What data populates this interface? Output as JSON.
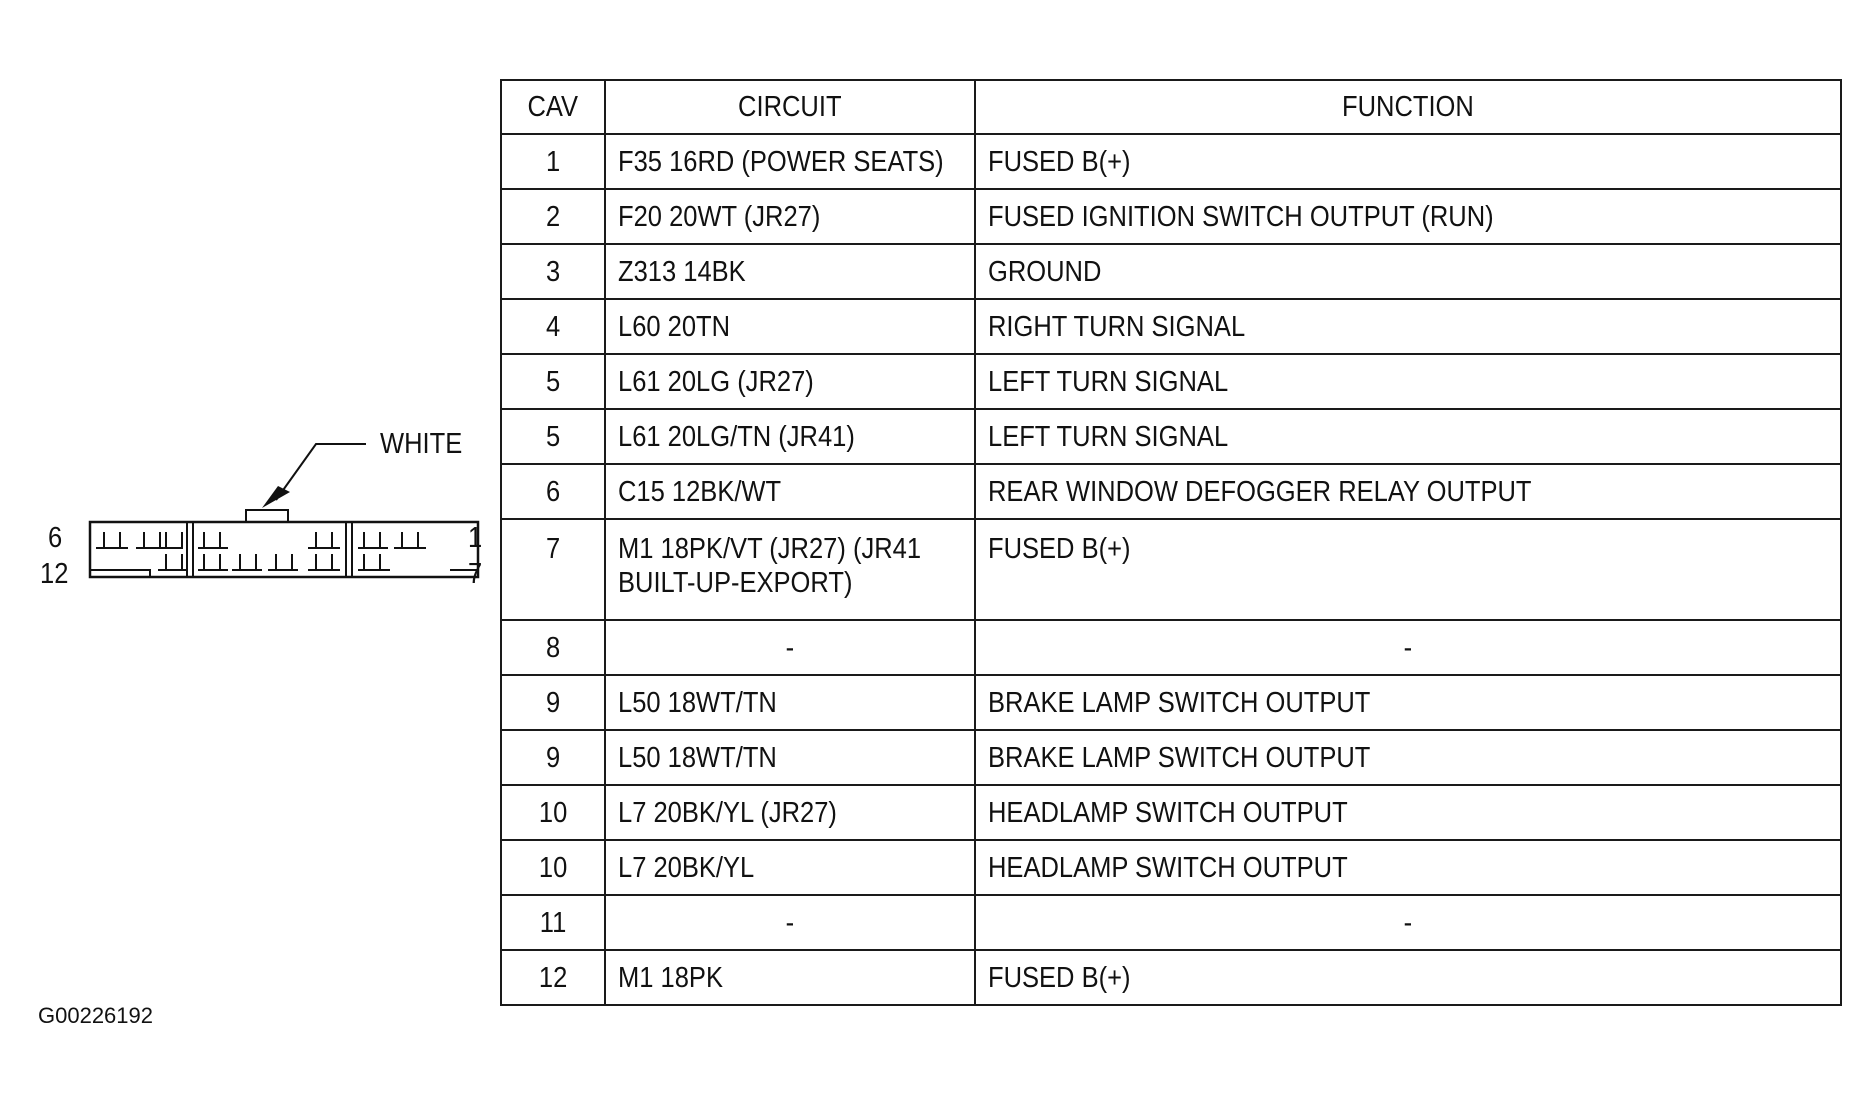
{
  "connector": {
    "color_label": "WHITE",
    "pin_numbers": {
      "top_left": "6",
      "bottom_left": "12",
      "top_right": "1",
      "bottom_right": "7"
    }
  },
  "table": {
    "headers": {
      "cav": "CAV",
      "circuit": "CIRCUIT",
      "function": "FUNCTION"
    },
    "rows": [
      {
        "cav": "1",
        "circuit": "F35 16RD (POWER SEATS)",
        "function": "FUSED B(+)"
      },
      {
        "cav": "2",
        "circuit": "F20 20WT (JR27)",
        "function": "FUSED IGNITION SWITCH OUTPUT (RUN)"
      },
      {
        "cav": "3",
        "circuit": "Z313 14BK",
        "function": "GROUND"
      },
      {
        "cav": "4",
        "circuit": "L60 20TN",
        "function": "RIGHT TURN SIGNAL"
      },
      {
        "cav": "5",
        "circuit": "L61 20LG (JR27)",
        "function": "LEFT TURN SIGNAL"
      },
      {
        "cav": "5",
        "circuit": "L61 20LG/TN (JR41)",
        "function": "LEFT TURN SIGNAL"
      },
      {
        "cav": "6",
        "circuit": "C15 12BK/WT",
        "function": "REAR WINDOW DEFOGGER RELAY OUTPUT"
      },
      {
        "cav": "7",
        "circuit_line1": "M1 18PK/VT (JR27) (JR41",
        "circuit_line2": "BUILT-UP-EXPORT)",
        "function": "FUSED B(+)"
      },
      {
        "cav": "8",
        "circuit": "-",
        "function": "-"
      },
      {
        "cav": "9",
        "circuit": "L50 18WT/TN",
        "function": "BRAKE LAMP SWITCH OUTPUT"
      },
      {
        "cav": "9",
        "circuit": "L50 18WT/TN",
        "function": "BRAKE LAMP SWITCH OUTPUT"
      },
      {
        "cav": "10",
        "circuit": "L7 20BK/YL (JR27)",
        "function": "HEADLAMP SWITCH OUTPUT"
      },
      {
        "cav": "10",
        "circuit": "L7 20BK/YL",
        "function": "HEADLAMP SWITCH OUTPUT"
      },
      {
        "cav": "11",
        "circuit": "-",
        "function": "-"
      },
      {
        "cav": "12",
        "circuit": "M1 18PK",
        "function": "FUSED B(+)"
      }
    ]
  },
  "figure_code": "G00226192"
}
